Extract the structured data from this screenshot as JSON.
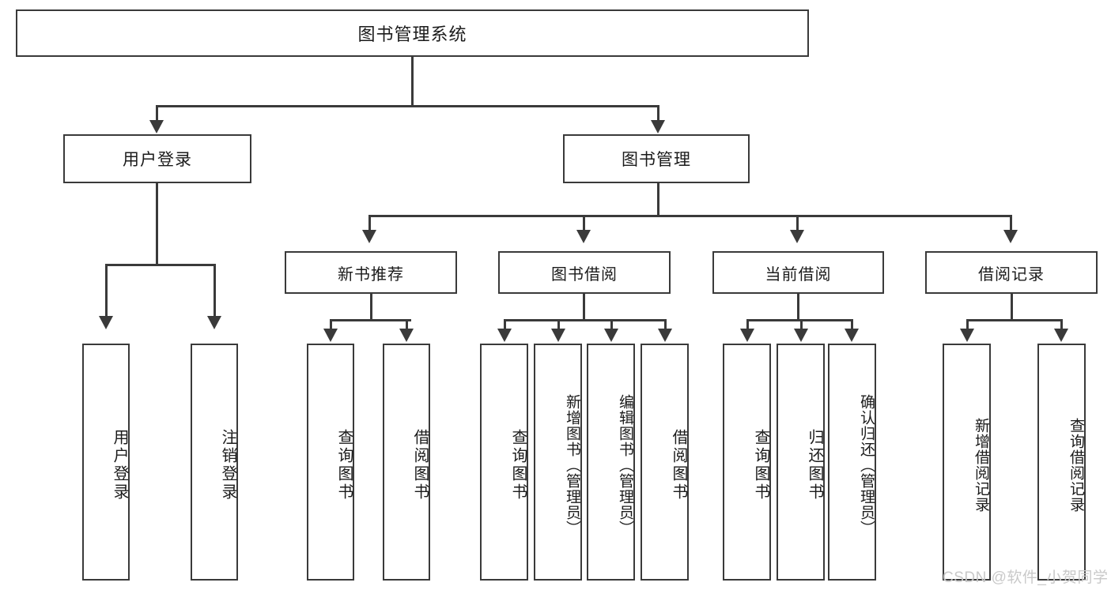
{
  "diagram": {
    "title": "图书管理系统",
    "watermark": "CSDN @软件_小贺同学"
  },
  "root": {
    "label": "图书管理系统"
  },
  "level1": [
    {
      "label": "用户登录"
    },
    {
      "label": "图书管理"
    }
  ],
  "level2": [
    {
      "label": "新书推荐"
    },
    {
      "label": "图书借阅"
    },
    {
      "label": "当前借阅"
    },
    {
      "label": "借阅记录"
    }
  ],
  "leaves": {
    "user_login": [
      {
        "label": "用户登录"
      },
      {
        "label": "注销登录"
      }
    ],
    "new_book": [
      {
        "label": "查询图书"
      },
      {
        "label": "借阅图书"
      }
    ],
    "book_borrow": [
      {
        "label": "查询图书"
      },
      {
        "label": "新增图书（管理员）"
      },
      {
        "label": "编辑图书（管理员）"
      },
      {
        "label": "借阅图书"
      }
    ],
    "current_borrow": [
      {
        "label": "查询图书"
      },
      {
        "label": "归还图书"
      },
      {
        "label": "确认归还（管理员）"
      }
    ],
    "borrow_record": [
      {
        "label": "新增借阅记录"
      },
      {
        "label": "查询借阅记录"
      }
    ]
  },
  "colors": {
    "stroke": "#3a3a3a",
    "fill": "#ffffff",
    "text": "#1b1b1b",
    "watermark": "#c9c9c9"
  }
}
